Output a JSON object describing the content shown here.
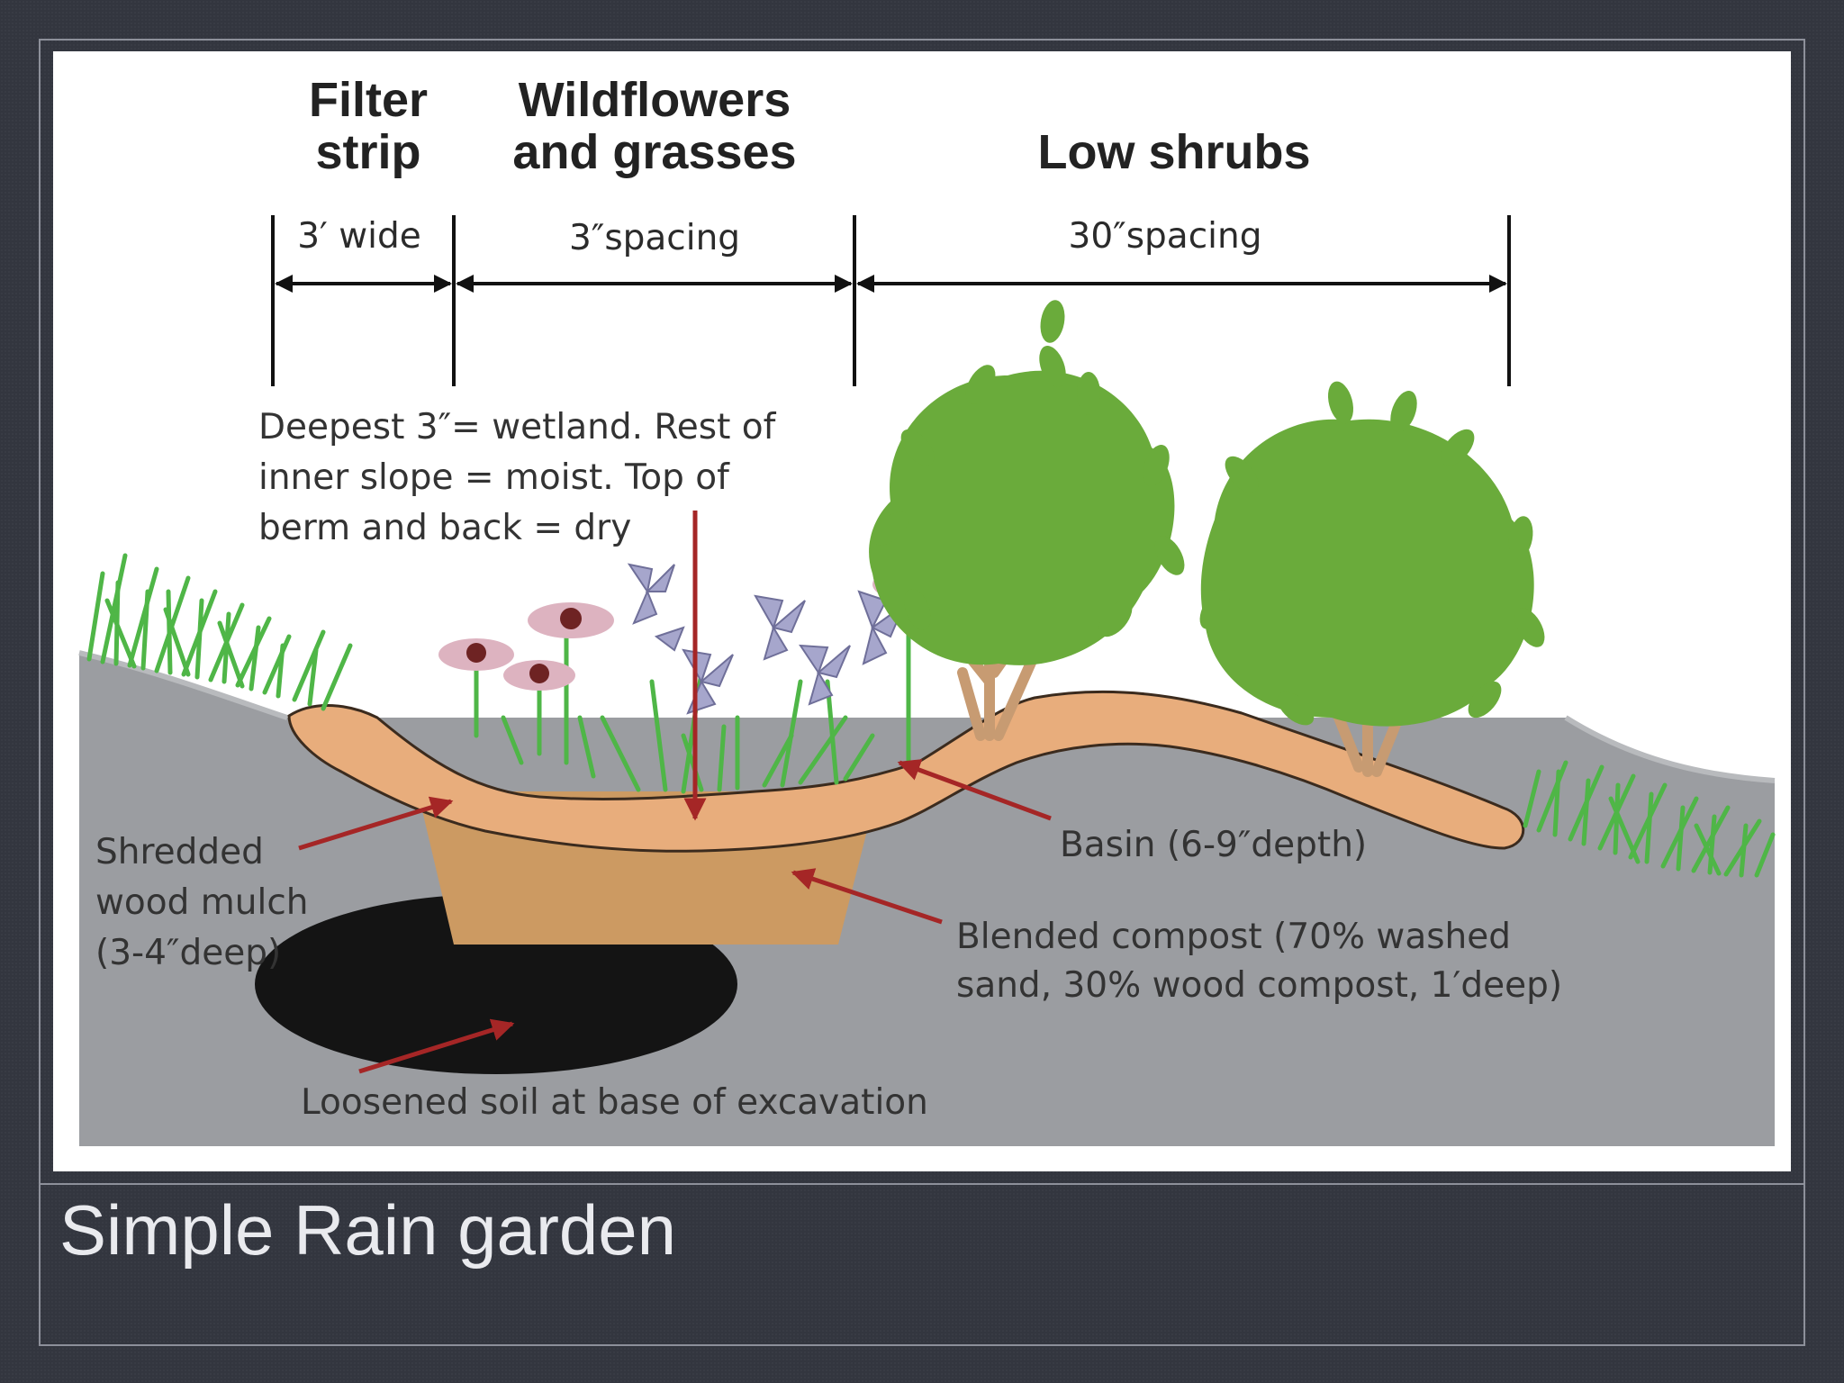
{
  "slide": {
    "title": "Simple Rain garden"
  },
  "diagram": {
    "zone_headers": [
      [
        "Filter",
        "strip"
      ],
      [
        "Wildflowers",
        "and grasses"
      ],
      [
        "Low shrubs"
      ]
    ],
    "dimensions": [
      "3′ wide",
      "3″spacing",
      "30″spacing"
    ],
    "moisture_note": [
      "Deepest 3″= wetland. Rest of",
      "inner slope = moist. Top of",
      "berm and back = dry"
    ],
    "labels": {
      "mulch": [
        "Shredded",
        "wood mulch",
        "(3-4″deep)"
      ],
      "basin": "Basin (6-9″depth)",
      "compost": [
        "Blended compost (70% washed",
        "sand, 30% wood compost, 1′deep)"
      ],
      "loosened_soil": "Loosened soil at base of excavation"
    },
    "colors": {
      "ground": "#9b9da1",
      "mulch": "#e8ad7c",
      "compost": "#cc9a62",
      "loosened_soil": "#141414",
      "foliage": "#6aab3b",
      "grass": "#4fb647",
      "arrows": "#a52626",
      "coneflower": "#ddb3c0",
      "iris": "#a6a6cc"
    },
    "icons": [
      "grass-tuft-icon",
      "coneflower-icon",
      "iris-icon",
      "shrub-icon",
      "pointer-arrow-icon"
    ]
  }
}
